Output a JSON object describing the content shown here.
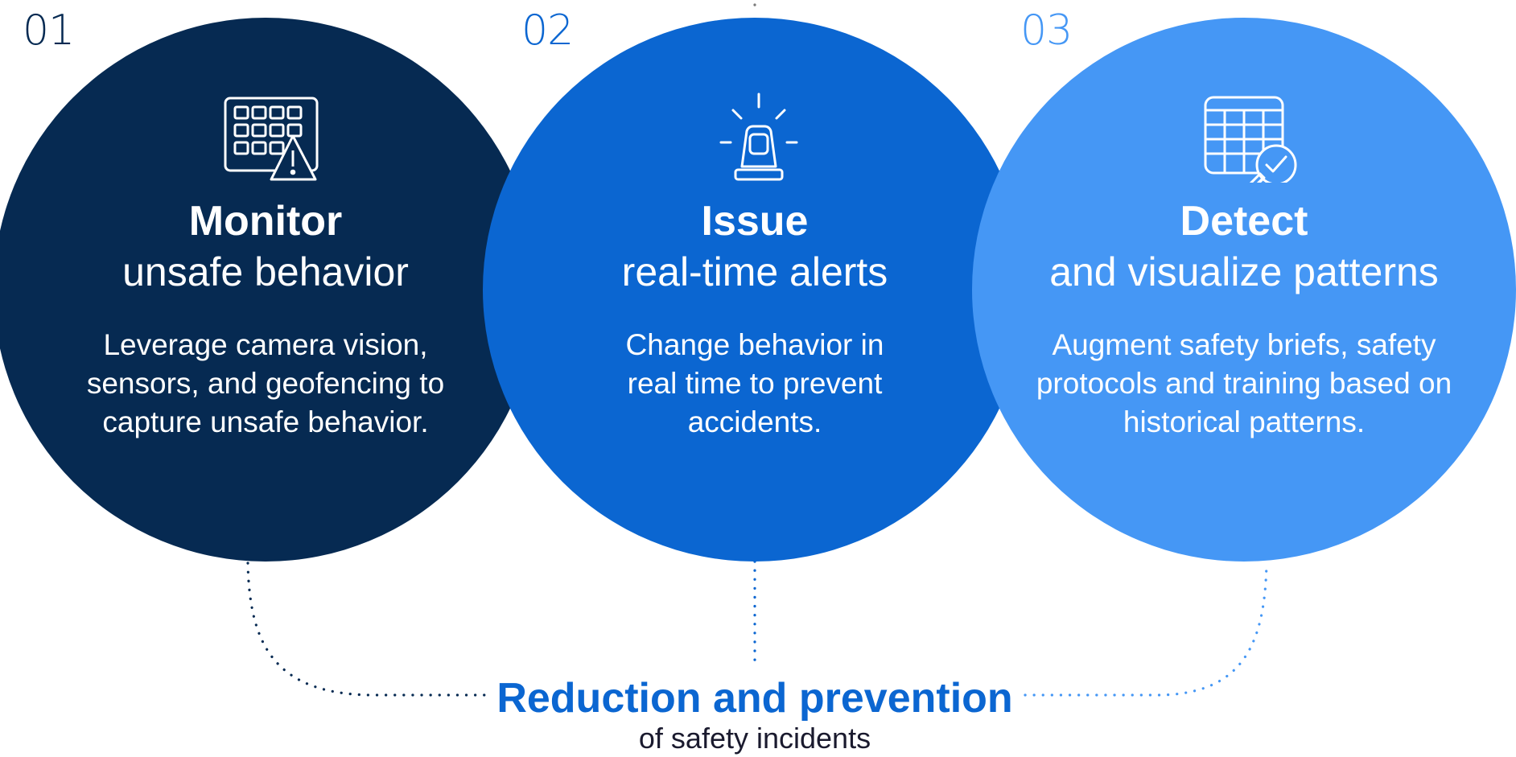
{
  "steps": [
    {
      "number": "01",
      "title": "Monitor",
      "subtitle": "unsafe behavior",
      "description": "Leverage camera vision, sensors, and geofencing to capture unsafe behavior.",
      "icon": "dashboard-warning-icon",
      "color": "#062a52",
      "number_color": "#062a52"
    },
    {
      "number": "02",
      "title": "Issue",
      "subtitle": "real-time alerts",
      "description": "Change behavior in real time to prevent accidents.",
      "icon": "alarm-beacon-icon",
      "color": "#0b66d1",
      "number_color": "#0b66d1"
    },
    {
      "number": "03",
      "title": "Detect",
      "subtitle": "and visualize patterns",
      "description": "Augment safety briefs, safety protocols and training based on historical patterns.",
      "icon": "table-search-check-icon",
      "color": "#4597f5",
      "number_color": "#4597f5"
    }
  ],
  "outcome": {
    "title": "Reduction and prevention",
    "subtitle": "of safety incidents",
    "title_color": "#0b66d1"
  }
}
